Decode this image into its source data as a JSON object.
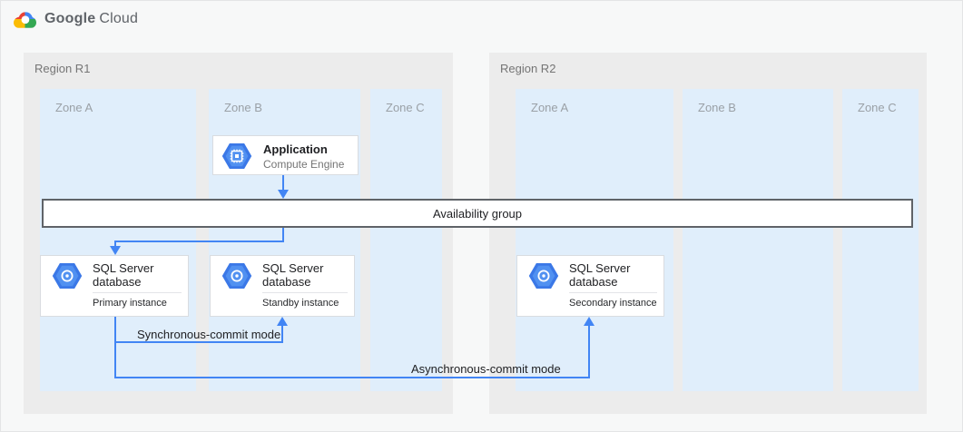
{
  "brand": {
    "part1": "Google",
    "part2": "Cloud"
  },
  "regions": [
    {
      "label": "Region R1",
      "zones": [
        {
          "label": "Zone A"
        },
        {
          "label": "Zone B"
        },
        {
          "label": "Zone C"
        }
      ]
    },
    {
      "label": "Region R2",
      "zones": [
        {
          "label": "Zone A"
        },
        {
          "label": "Zone B"
        },
        {
          "label": "Zone C"
        }
      ]
    }
  ],
  "availability_group": {
    "label": "Availability group"
  },
  "cards": {
    "application": {
      "title": "Application",
      "subtitle": "Compute Engine",
      "icon": "compute-engine-icon"
    },
    "primary": {
      "title": "SQL Server database",
      "subtitle": "Primary instance",
      "icon": "sql-database-icon"
    },
    "standby": {
      "title": "SQL Server database",
      "subtitle": "Standby instance",
      "icon": "sql-database-icon"
    },
    "secondary": {
      "title": "SQL Server database",
      "subtitle": "Secondary instance",
      "icon": "sql-database-icon"
    }
  },
  "edges": {
    "sync": {
      "label": "Synchronous-commit mode"
    },
    "async": {
      "label": "Asynchronous-commit mode"
    }
  },
  "colors": {
    "arrow_blue": "#4285f4",
    "zone_bg": "#e0eefb",
    "region_bg": "#ececec",
    "hexagon_blue": "#3b78e7",
    "bar_border": "#5f6368",
    "brand_red": "#ea4335",
    "brand_blue": "#4285f4",
    "brand_yellow": "#fbbc04",
    "brand_green": "#34a853"
  }
}
